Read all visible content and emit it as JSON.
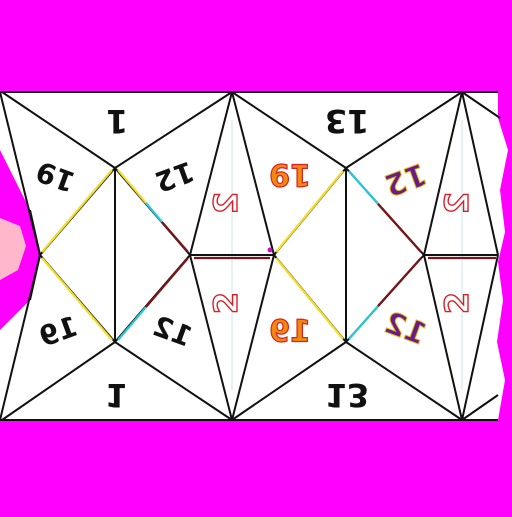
{
  "colors": {
    "background": "#ff00ff",
    "sheet": "#ffffff",
    "ink": "#111111",
    "orange": "#f08a0c",
    "red": "#d8202a",
    "purple": "#6a1c86",
    "gold": "#e2b816",
    "yellow": "#f2dc2a",
    "cyan": "#29c6d6",
    "dark_red": "#7a1418",
    "pink": "#ffb7cc"
  },
  "labels": {
    "top_a": "1",
    "top_b": "13",
    "bottom_a": "1",
    "bottom_b": "13",
    "upper_19": "19",
    "lower_19": "19",
    "upper_12": "12",
    "lower_12": "12",
    "color_19_top": "19",
    "color_19_bottom": "19",
    "color_12_top": "12",
    "color_12_bottom": "12",
    "red_2_a": "2",
    "red_2_b": "2",
    "red_2_c": "2",
    "red_2_d": "2"
  }
}
